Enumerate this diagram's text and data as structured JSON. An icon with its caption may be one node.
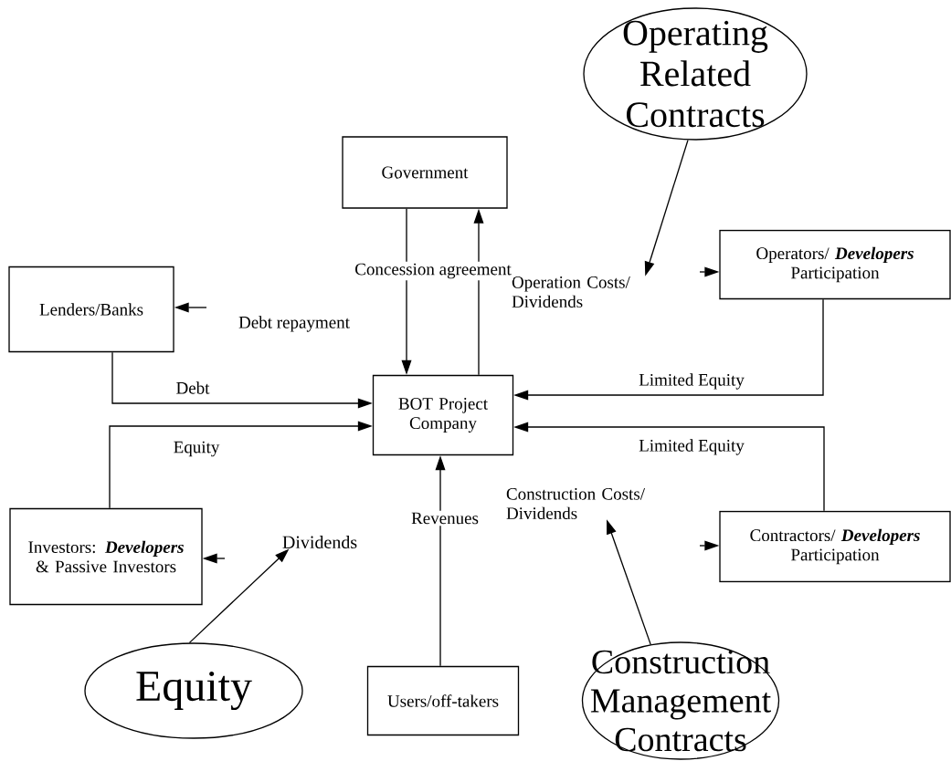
{
  "diagram": {
    "nodes": [
      {
        "text": [
          "Operating Related Contracts"
        ]
      },
      {
        "text": [
          "Government"
        ]
      },
      {
        "text": [
          "Lenders/Banks"
        ]
      },
      {
        "text": [
          "Operators/ **Developers** Participation"
        ]
      },
      {
        "text": [
          "Operation Costs/ Dividends"
        ]
      },
      {
        "text": [
          "BOT Project Company"
        ]
      },
      {
        "text": [
          "Investors: **Developers** & Passive Investors"
        ]
      },
      {
        "text": [
          "Dividends"
        ]
      },
      {
        "text": [
          "Construction Costs/ Dividends"
        ]
      },
      {
        "text": [
          "Contractors/ **Developers** Participation"
        ]
      },
      {
        "text": [
          "Equity"
        ]
      },
      {
        "text": [
          "Users/off-takers"
        ]
      },
      {
        "text": [
          "Construction Management Contracts"
        ]
      }
    ],
    "edges": [
      {
        "from": 1,
        "to": 5,
        "arrow": "to",
        "label": "Concession agreement"
      },
      {
        "from": 5,
        "to": 1,
        "arrow": "to"
      },
      {
        "from": 2,
        "to": 5,
        "arrow": "to",
        "label": "Debt"
      },
      {
        "from": 6,
        "to": 5,
        "arrow": "to",
        "label": "Equity"
      },
      {
        "from": 3,
        "to": 5,
        "arrow": "to",
        "label": "Limited Equity"
      },
      {
        "from": 9,
        "to": 5,
        "arrow": "to",
        "label": "Limited Equity"
      },
      {
        "from": 11,
        "to": 5,
        "arrow": "to",
        "label": "Revenues"
      },
      {
        "from": 0,
        "to": 4,
        "arrow": "to"
      },
      {
        "from": 10,
        "to": 7,
        "arrow": "to"
      },
      {
        "from": 12,
        "to": 8,
        "arrow": "to"
      },
      {
        "from": null,
        "to": 2,
        "arrow": "to"
      },
      {
        "from": null,
        "to": 6,
        "arrow": "to"
      },
      {
        "from": null,
        "to": 3,
        "arrow": "to"
      },
      {
        "from": null,
        "to": 9,
        "arrow": "to"
      }
    ],
    "labels": [
      "Debt repayment"
    ]
  }
}
